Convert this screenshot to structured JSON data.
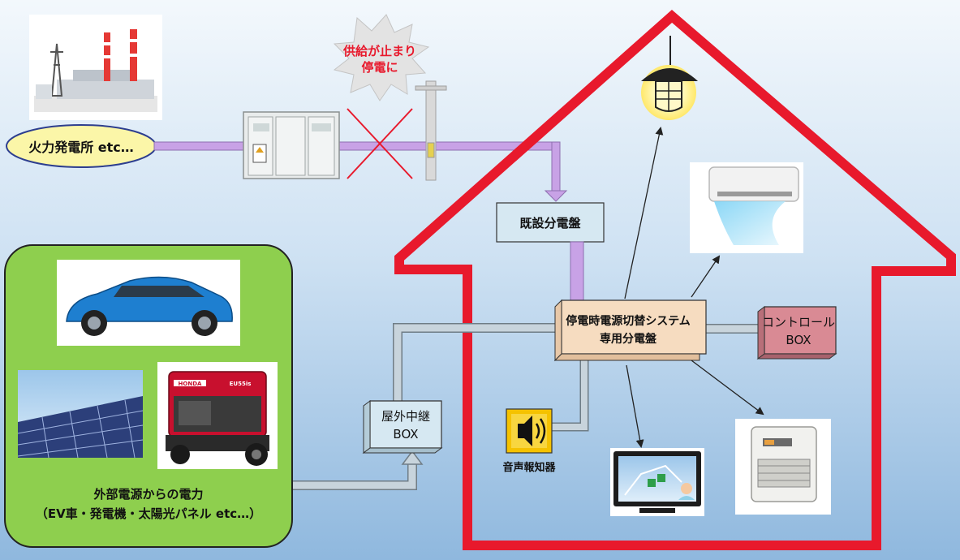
{
  "labels": {
    "power_plant": "火力発電所 etc…",
    "outage_line1": "供給が止まり",
    "outage_line2": "停電に",
    "existing_panel": "既設分電盤",
    "switch_panel_line1": "停電時電源切替システム",
    "switch_panel_line2": "専用分電盤",
    "control_box_line1": "コントロール",
    "control_box_line2": "BOX",
    "relay_box_line1": "屋外中継",
    "relay_box_line2": "BOX",
    "alarm": "音声報知器",
    "external_line1": "外部電源からの電力",
    "external_line2": "（EV車・発電機・太陽光パネル etc…）",
    "generator_brand": "HONDA",
    "generator_model": "EU55is"
  },
  "colors": {
    "house_outline": "#e8192c",
    "power_line": "#c8a2e6",
    "aux_line": "#c8d4dc",
    "panel_box": "#f6dcc0",
    "info_box": "#d6e8f2",
    "control_box": "#d98a94",
    "external_area": "#8ecf4e",
    "plant_label": "#fbf6a8",
    "burst": "#e3e3e3",
    "burst_text": "#e8192c",
    "cross": "#e8192c"
  },
  "icons": {
    "plant": "power-plant-icon",
    "transformer": "substation-cabinet-icon",
    "pole": "utility-pole-icon",
    "lamp": "ceiling-lamp-icon",
    "aircon": "air-conditioner-icon",
    "heater": "fan-heater-icon",
    "tv": "television-icon",
    "speaker": "speaker-icon",
    "car": "fuel-cell-car-icon",
    "solar": "solar-panel-icon",
    "generator": "portable-generator-icon"
  }
}
